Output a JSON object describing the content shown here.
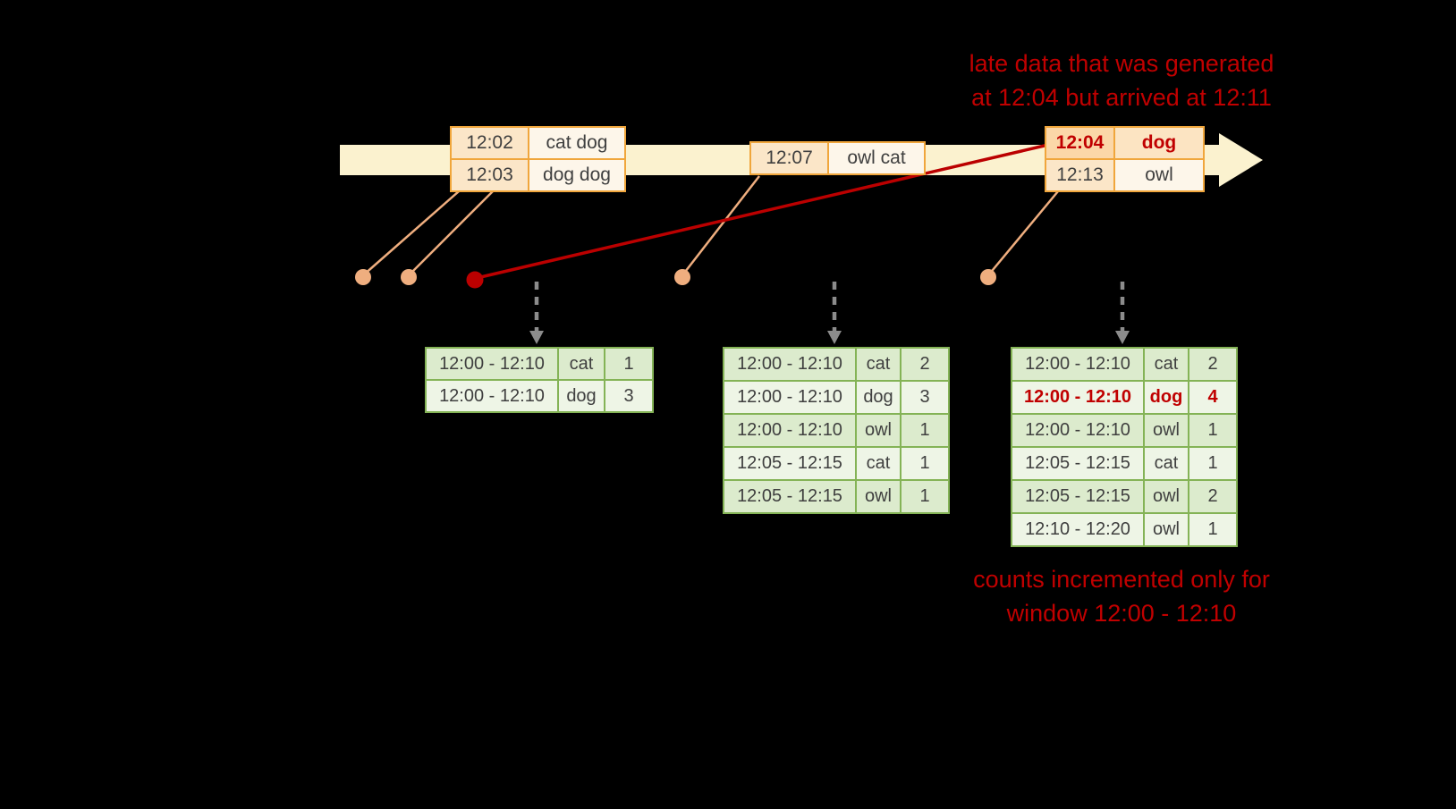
{
  "annotations": {
    "late_data_line1": "late data that was generated",
    "late_data_line2": "at 12:04 but arrived at 12:11",
    "counts_line1": "counts incremented only for",
    "counts_line2": "window 12:00 - 12:10"
  },
  "event_boxes": [
    {
      "rows": [
        {
          "time": "12:02",
          "words": "cat dog"
        },
        {
          "time": "12:03",
          "words": "dog dog"
        }
      ]
    },
    {
      "rows": [
        {
          "time": "12:07",
          "words": "owl cat"
        }
      ]
    },
    {
      "rows": [
        {
          "time": "12:04",
          "words": "dog"
        },
        {
          "time": "12:13",
          "words": "owl"
        }
      ]
    }
  ],
  "result_tables": [
    {
      "rows": [
        {
          "window": "12:00 - 12:10",
          "word": "cat",
          "count": "1"
        },
        {
          "window": "12:00 - 12:10",
          "word": "dog",
          "count": "3"
        }
      ]
    },
    {
      "rows": [
        {
          "window": "12:00 - 12:10",
          "word": "cat",
          "count": "2"
        },
        {
          "window": "12:00 - 12:10",
          "word": "dog",
          "count": "3"
        },
        {
          "window": "12:00 - 12:10",
          "word": "owl",
          "count": "1"
        },
        {
          "window": "12:05 - 12:15",
          "word": "cat",
          "count": "1"
        },
        {
          "window": "12:05 - 12:15",
          "word": "owl",
          "count": "1"
        }
      ]
    },
    {
      "rows": [
        {
          "window": "12:00 - 12:10",
          "word": "cat",
          "count": "2"
        },
        {
          "window": "12:00 - 12:10",
          "word": "dog",
          "count": "4"
        },
        {
          "window": "12:00 - 12:10",
          "word": "owl",
          "count": "1"
        },
        {
          "window": "12:05 - 12:15",
          "word": "cat",
          "count": "1"
        },
        {
          "window": "12:05 - 12:15",
          "word": "owl",
          "count": "2"
        },
        {
          "window": "12:10 - 12:20",
          "word": "owl",
          "count": "1"
        }
      ]
    }
  ],
  "colors": {
    "background": "#000000",
    "annotation_red": "#c00000",
    "timeline_fill": "#fbf2cf",
    "event_border": "#f0a63c",
    "event_time_fill": "#fbe6c8",
    "event_word_fill": "#fdf6ea",
    "late_row_fill": "#fbd7a8",
    "connector": "#efae7f",
    "late_line_red": "#bb0000",
    "table_border": "#84b356",
    "table_row_dark": "#dcebcd",
    "table_row_light": "#eef5e6",
    "table_text": "#3f3f3f",
    "trigger_arrow_gray": "#8c8c8c"
  }
}
